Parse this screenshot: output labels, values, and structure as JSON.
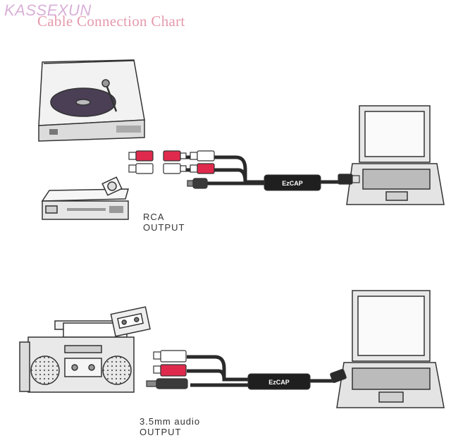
{
  "brand": "KASSEXUN",
  "title": "Cable Connection Chart",
  "device_label": "EzCAP",
  "sections": [
    {
      "caption_line1": "RCA",
      "caption_line2": "OUTPUT"
    },
    {
      "caption_line1": "3.5mm audio",
      "caption_line2": "OUTPUT"
    }
  ],
  "colors": {
    "rca_red": "#e02a4d",
    "rca_white": "#ffffff",
    "cable": "#2a2a2a",
    "outline": "#333333",
    "title_pink": "#e59aac",
    "brand_lilac": "#d9b0d8"
  }
}
